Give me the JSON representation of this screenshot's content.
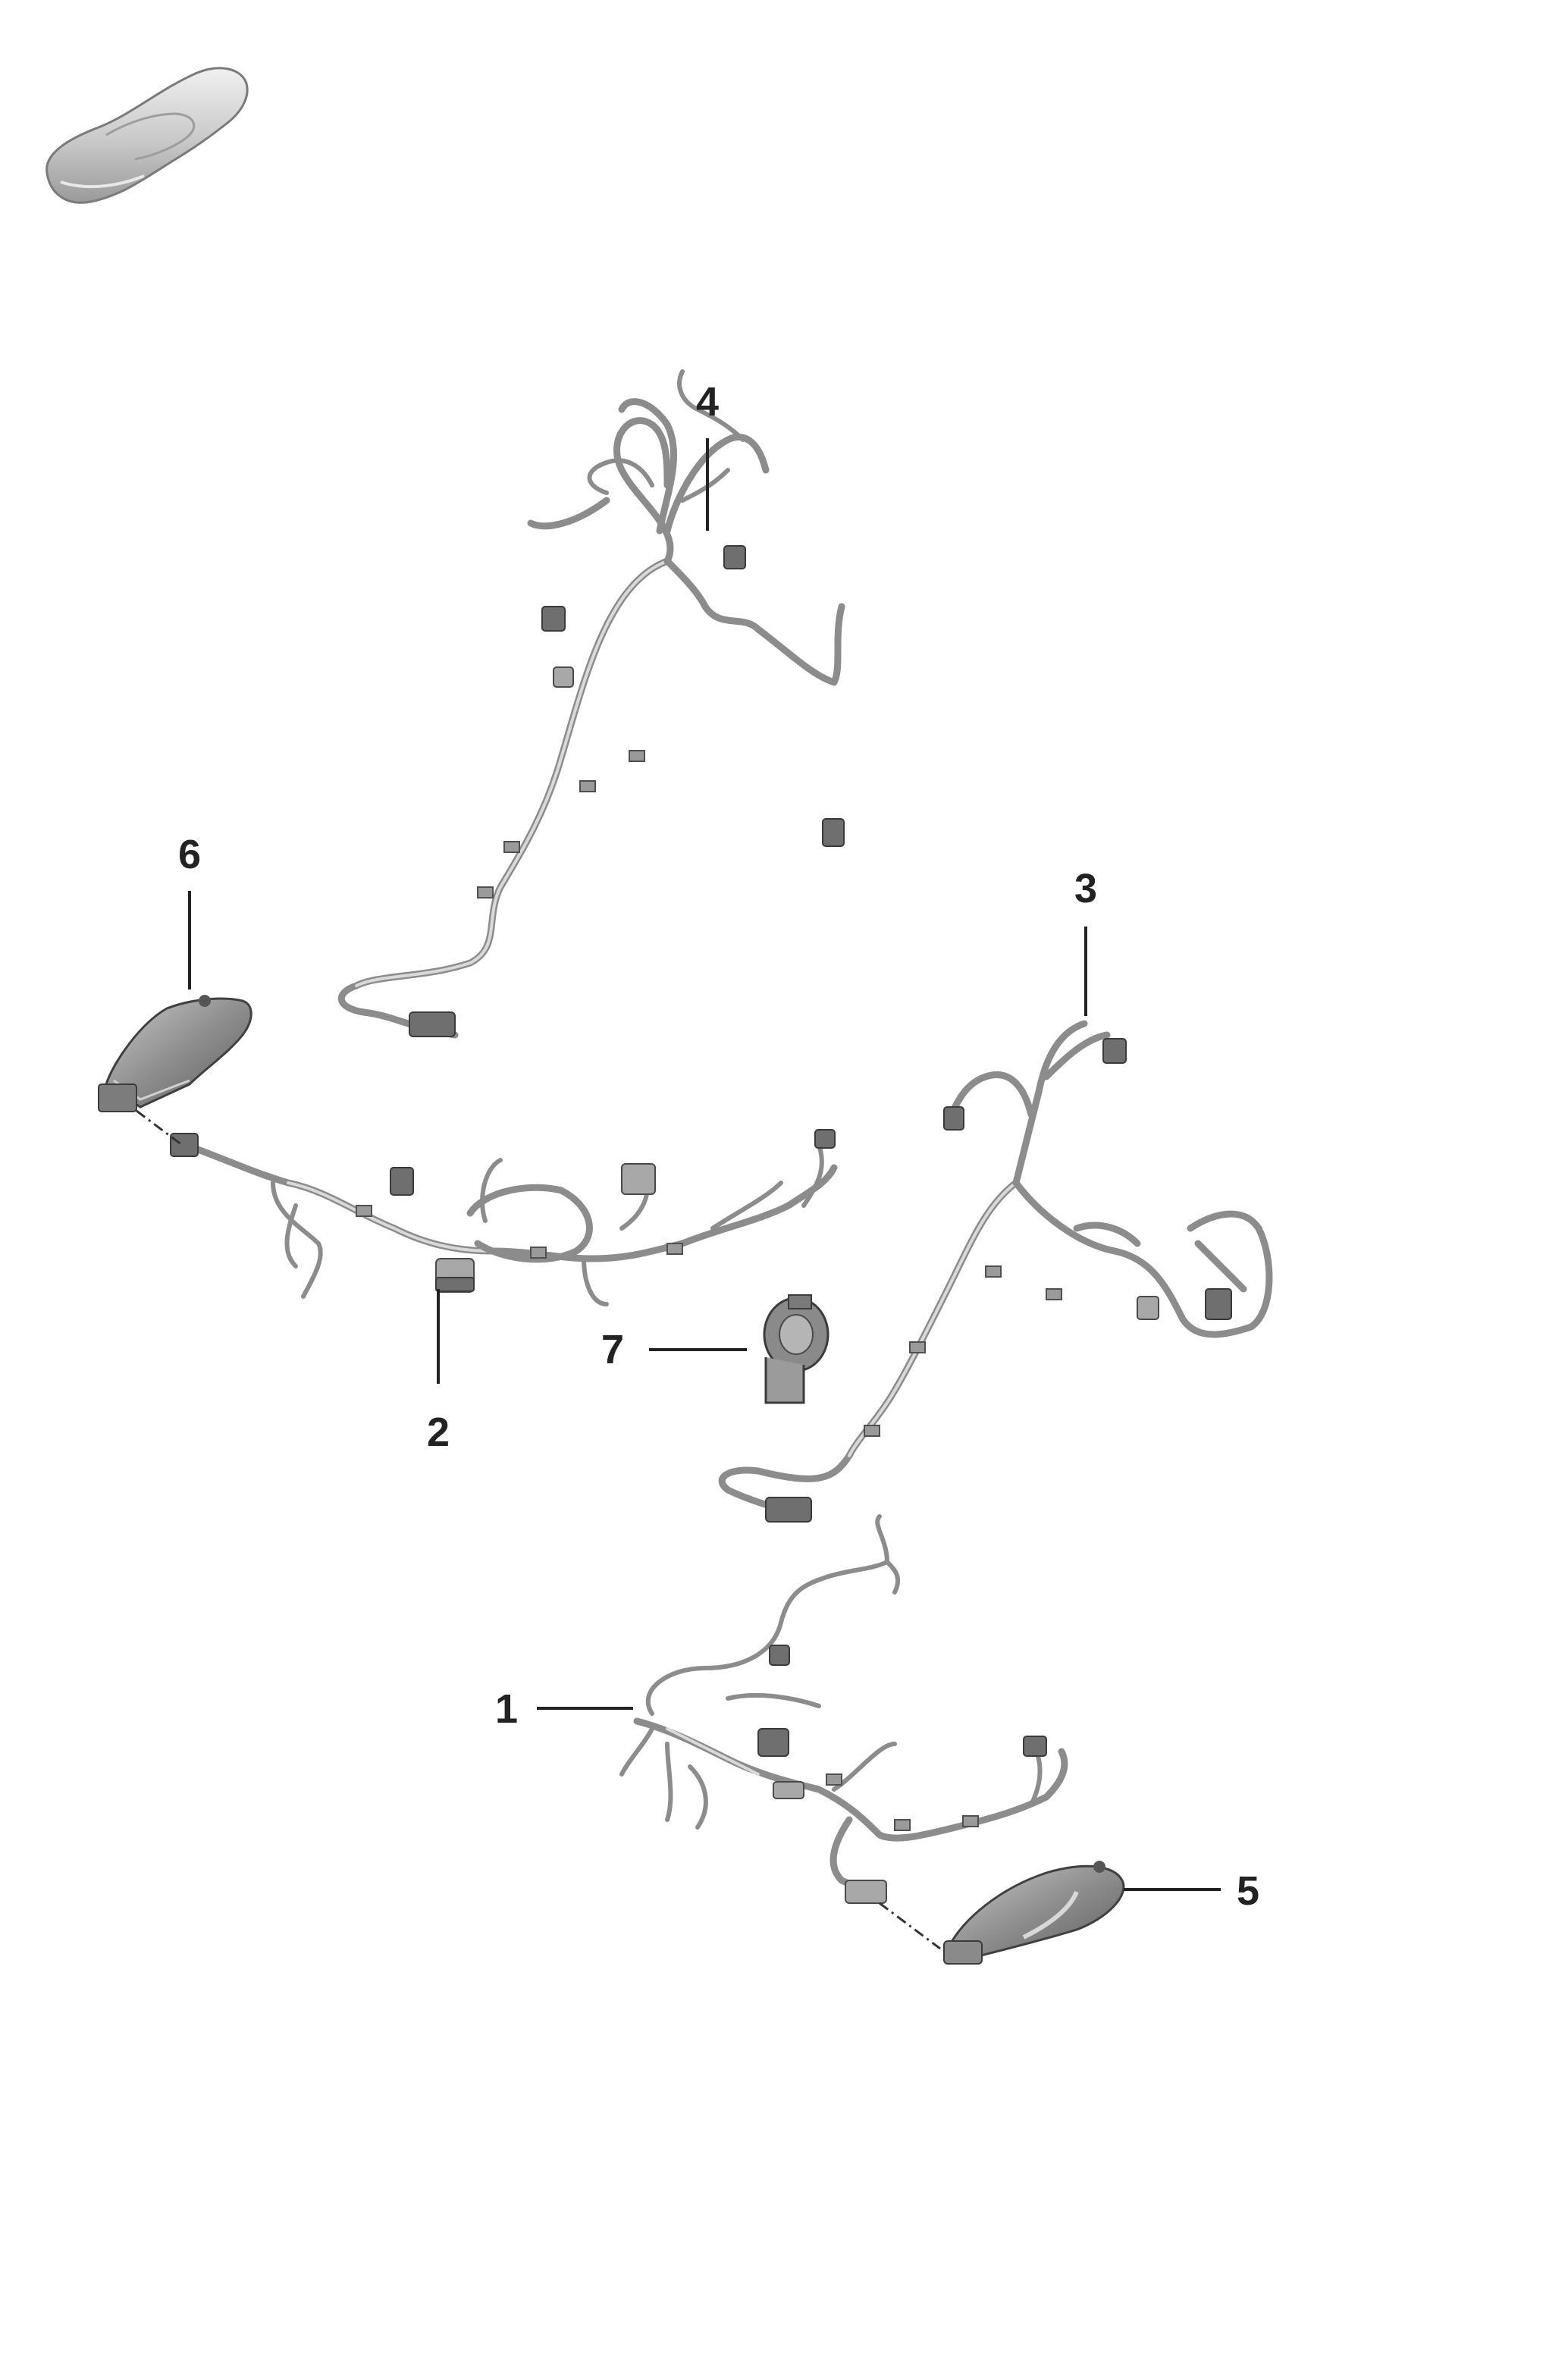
{
  "callouts": [
    {
      "id": "1",
      "label": "1"
    },
    {
      "id": "2",
      "label": "2"
    },
    {
      "id": "3",
      "label": "3"
    },
    {
      "id": "4",
      "label": "4"
    },
    {
      "id": "5",
      "label": "5"
    },
    {
      "id": "6",
      "label": "6"
    },
    {
      "id": "7",
      "label": "7"
    }
  ],
  "colors": {
    "line": "#222222",
    "wire": "#8c8c8c",
    "part_dark": "#6f6f6f",
    "part_light": "#b9b9b9"
  },
  "icons": {
    "vehicle_thumbnail": "car-silhouette-icon"
  }
}
